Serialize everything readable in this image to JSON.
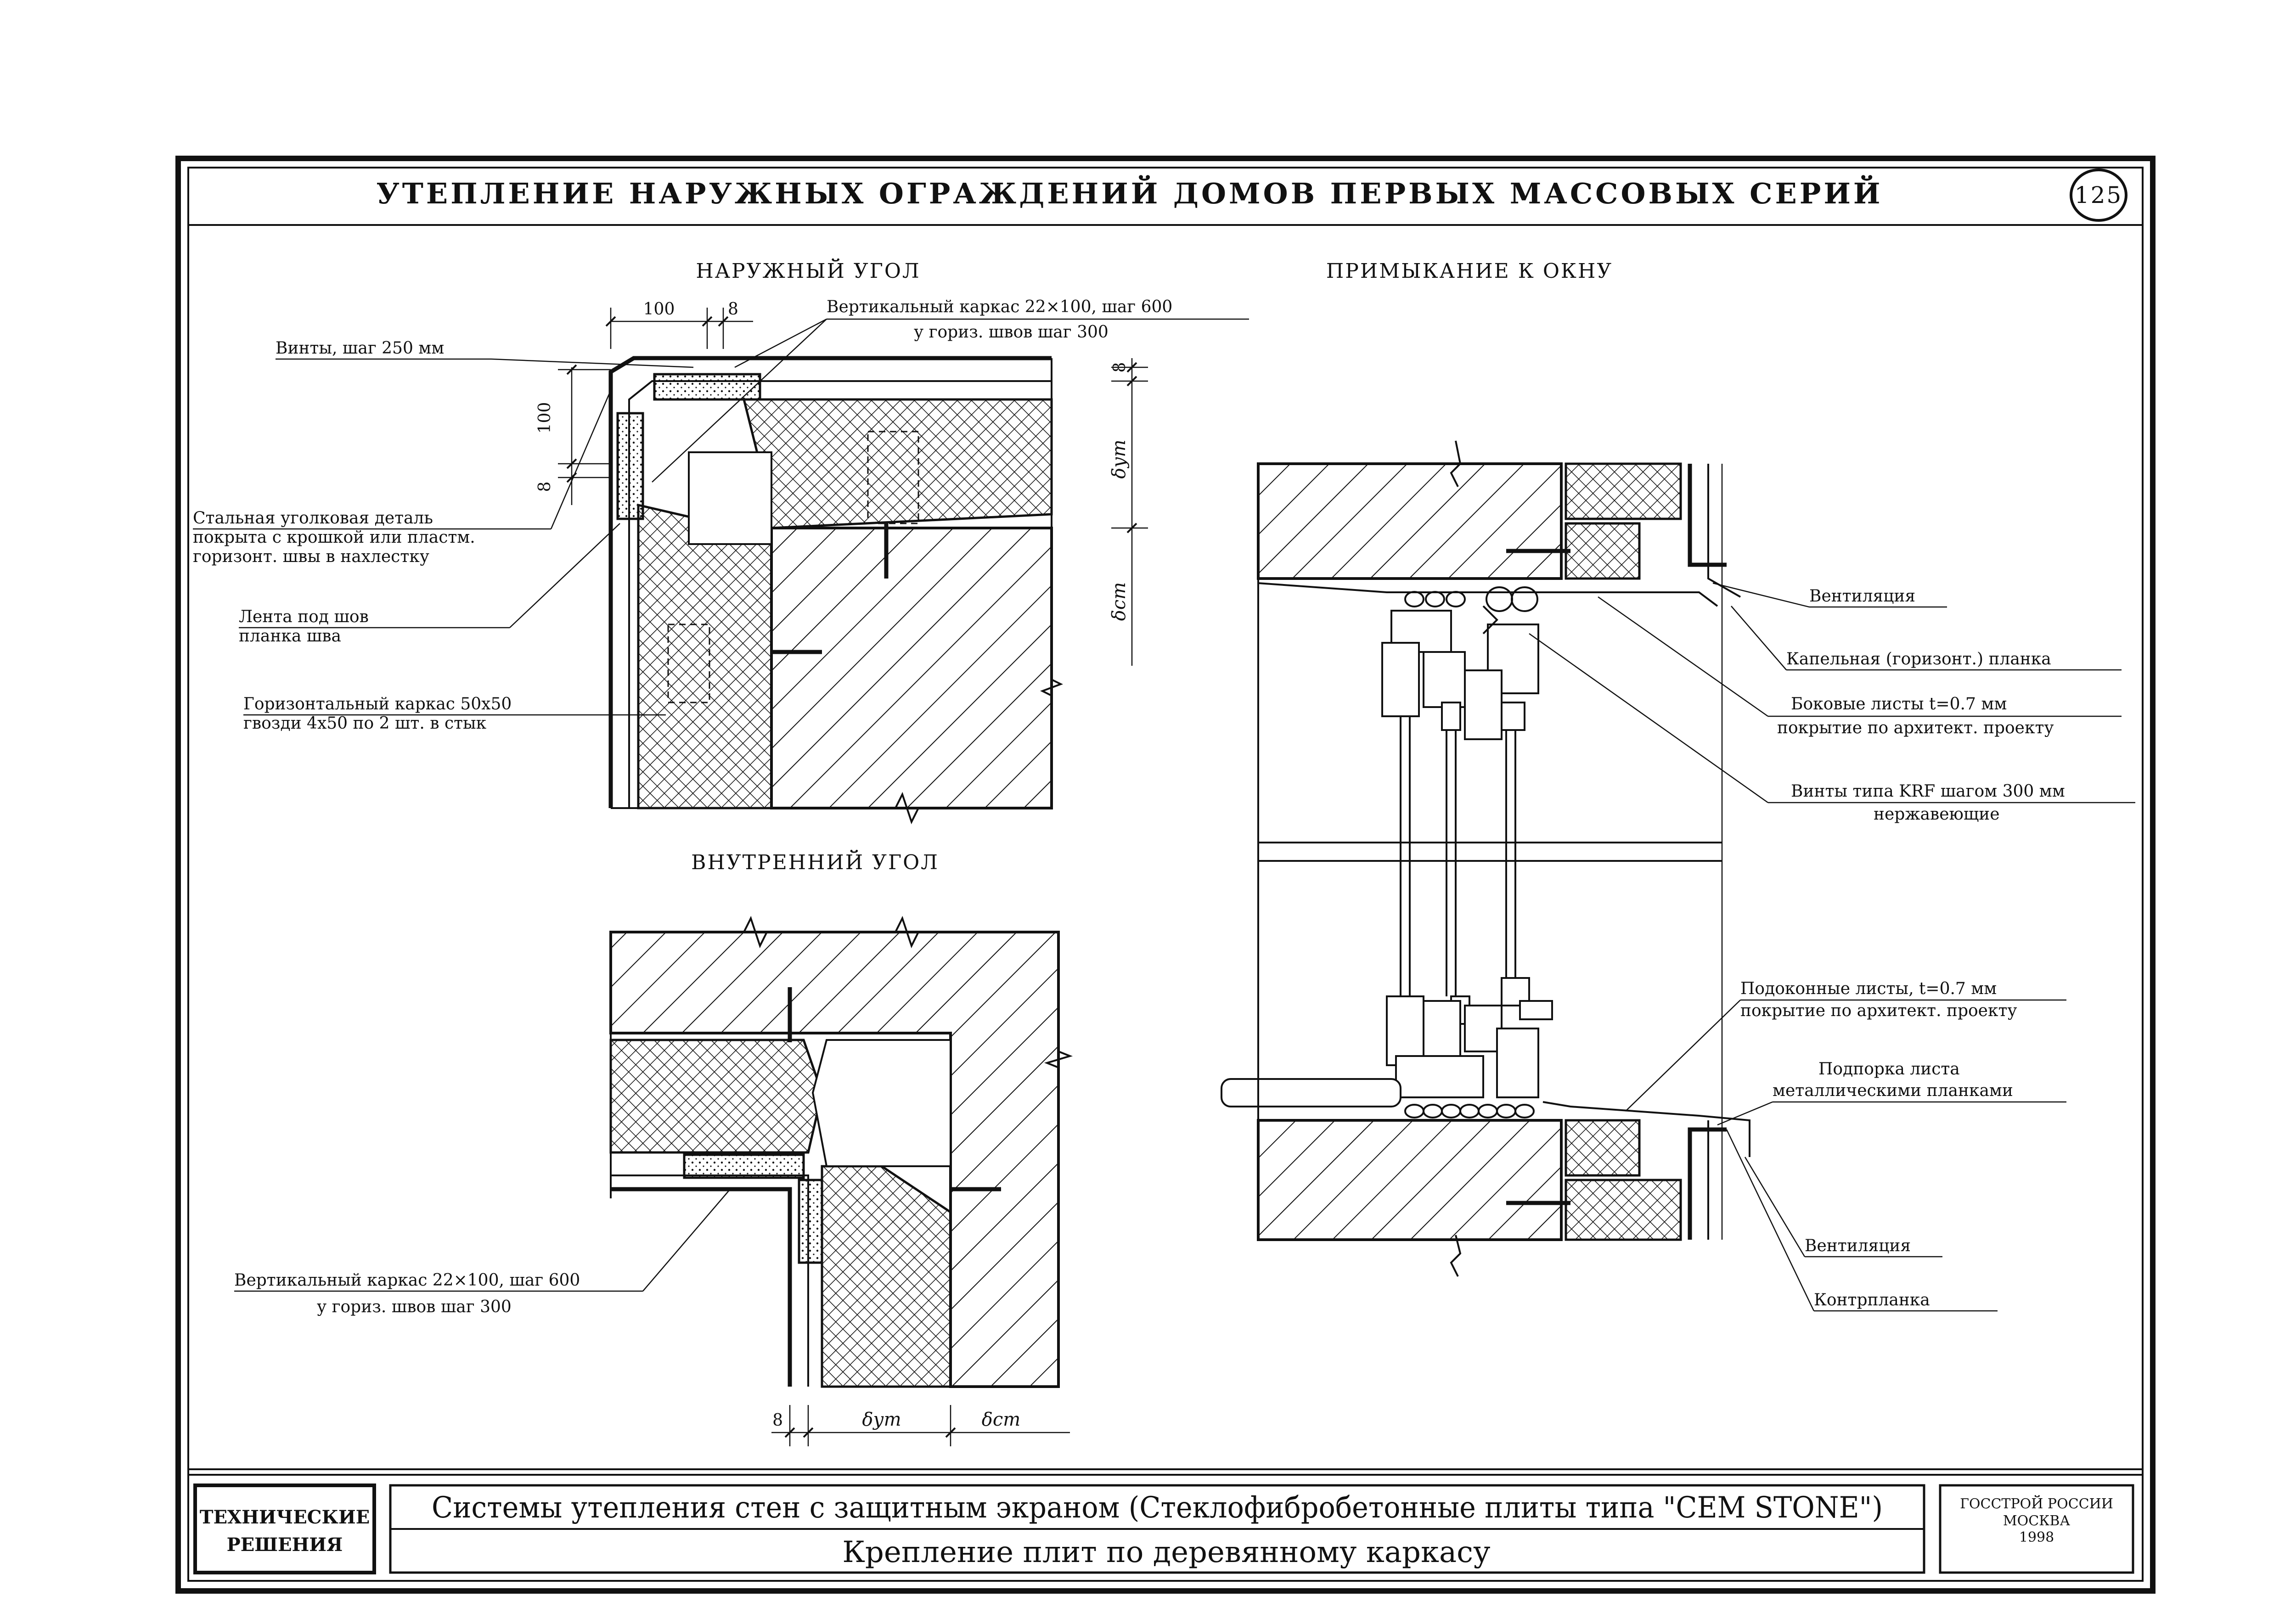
{
  "sheet": {
    "title": "УТЕПЛЕНИЕ НАРУЖНЫХ ОГРАЖДЕНИЙ ДОМОВ ПЕРВЫХ МАССОВЫХ СЕРИЙ",
    "page_number": "125"
  },
  "outer_corner": {
    "heading": "НАРУЖНЫЙ УГОЛ",
    "dim_100_h": "100",
    "dim_8_h": "8",
    "dim_100_v": "100",
    "dim_8_v": "8",
    "labels": [
      "Винты, шаг 250 мм",
      "Вертикальный каркас 22×100, шаг 600",
      "у гориз. швов шаг 300",
      "Стальная уголковая деталь",
      "покрыта с крошкой или пластм.",
      "горизонт. швы в нахлестку",
      "Лента под шов",
      "планка шва",
      "Горизонтальный каркас 50х50",
      "гвозди 4х50 по 2 шт. в стык"
    ],
    "side_dims": [
      "8",
      "δут",
      "δст"
    ]
  },
  "inner_corner": {
    "heading": "ВНУТРЕННИЙ УГОЛ",
    "labels": [
      "Вертикальный каркас 22×100, шаг 600",
      "у гориз. швов шаг 300"
    ],
    "bottom_dims": [
      "8",
      "δут",
      "δст"
    ]
  },
  "window": {
    "heading": "ПРИМЫКАНИЕ К ОКНУ",
    "labels": [
      "Вентиляция",
      "Капельная (горизонт.) планка",
      "Боковые листы t=0.7 мм",
      "покрытие по архитект. проекту",
      "Винты типа KRF шагом 300 мм",
      "нержавеющие",
      "Подоконные листы, t=0.7 мм",
      "покрытие по архитект. проекту",
      "Подпорка листа",
      "металлическими планками",
      "Вентиляция",
      "Контрпланка"
    ]
  },
  "title_block": {
    "stamp_line1": "ТЕХНИЧЕСКИЕ",
    "stamp_line2": "РЕШЕНИЯ",
    "description": "Системы утепления стен с защитным экраном (Стеклофибробетонные плиты типа \"CEM STONE\")",
    "subtitle": "Крепление плит по деревянному каркасу",
    "org_line1": "ГОССТРОЙ РОССИИ",
    "org_line2": "МОСКВА",
    "org_line3": "1998"
  }
}
